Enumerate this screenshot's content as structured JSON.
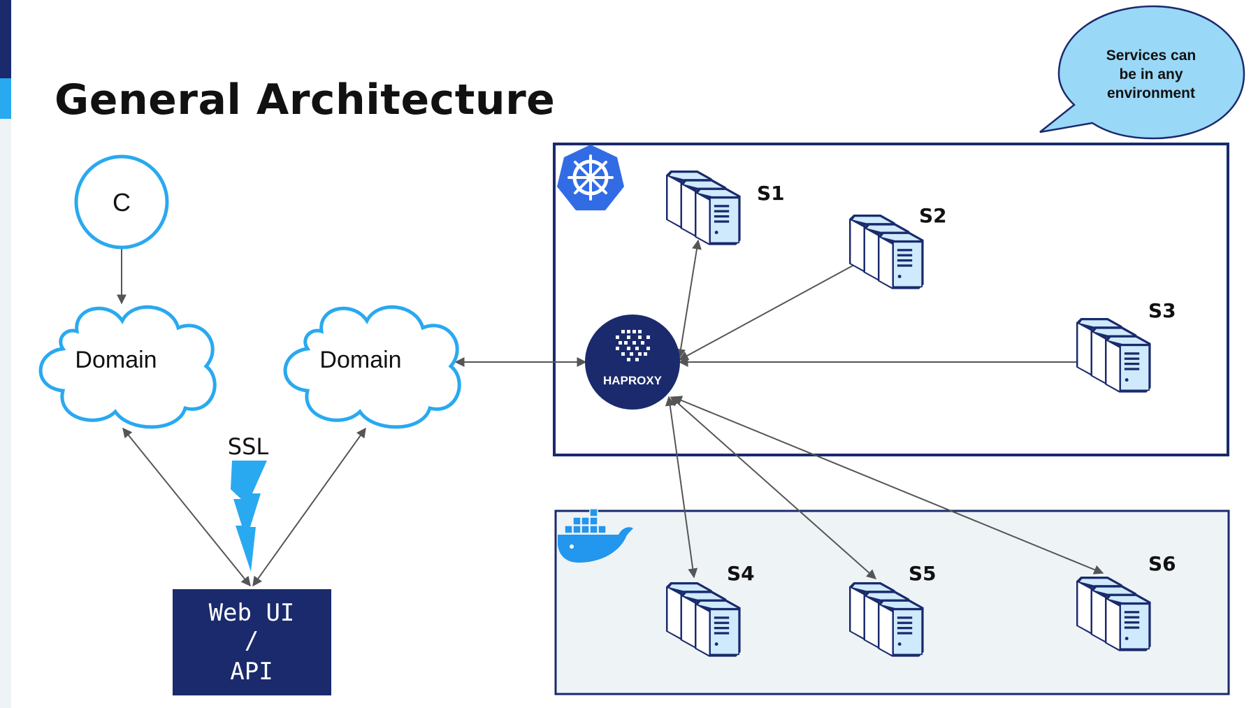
{
  "title": "General Architecture",
  "client": {
    "label": "C"
  },
  "domains": [
    {
      "label": "Domain"
    },
    {
      "label": "Domain"
    }
  ],
  "ssl": {
    "label": "SSL"
  },
  "webui": {
    "line1": "Web UI",
    "line2": "/",
    "line3": "API"
  },
  "callout": {
    "line1": "Services can",
    "line2": "be in any",
    "line3": "environment"
  },
  "haproxy": {
    "label": "HAPROXY"
  },
  "services": {
    "s1": "S1",
    "s2": "S2",
    "s3": "S3",
    "s4": "S4",
    "s5": "S5",
    "s6": "S6"
  },
  "environments": {
    "kubernetes_icon": "kubernetes-icon",
    "docker_icon": "docker-icon"
  },
  "colors": {
    "navy": "#1a2a6c",
    "sky": "#29a9f0",
    "callout_fill": "#9ad8f8",
    "server_fill": "#cfeafc",
    "docker_bg": "#eef3f6",
    "k8s_blue": "#326ce5",
    "docker_blue": "#2396ed"
  }
}
